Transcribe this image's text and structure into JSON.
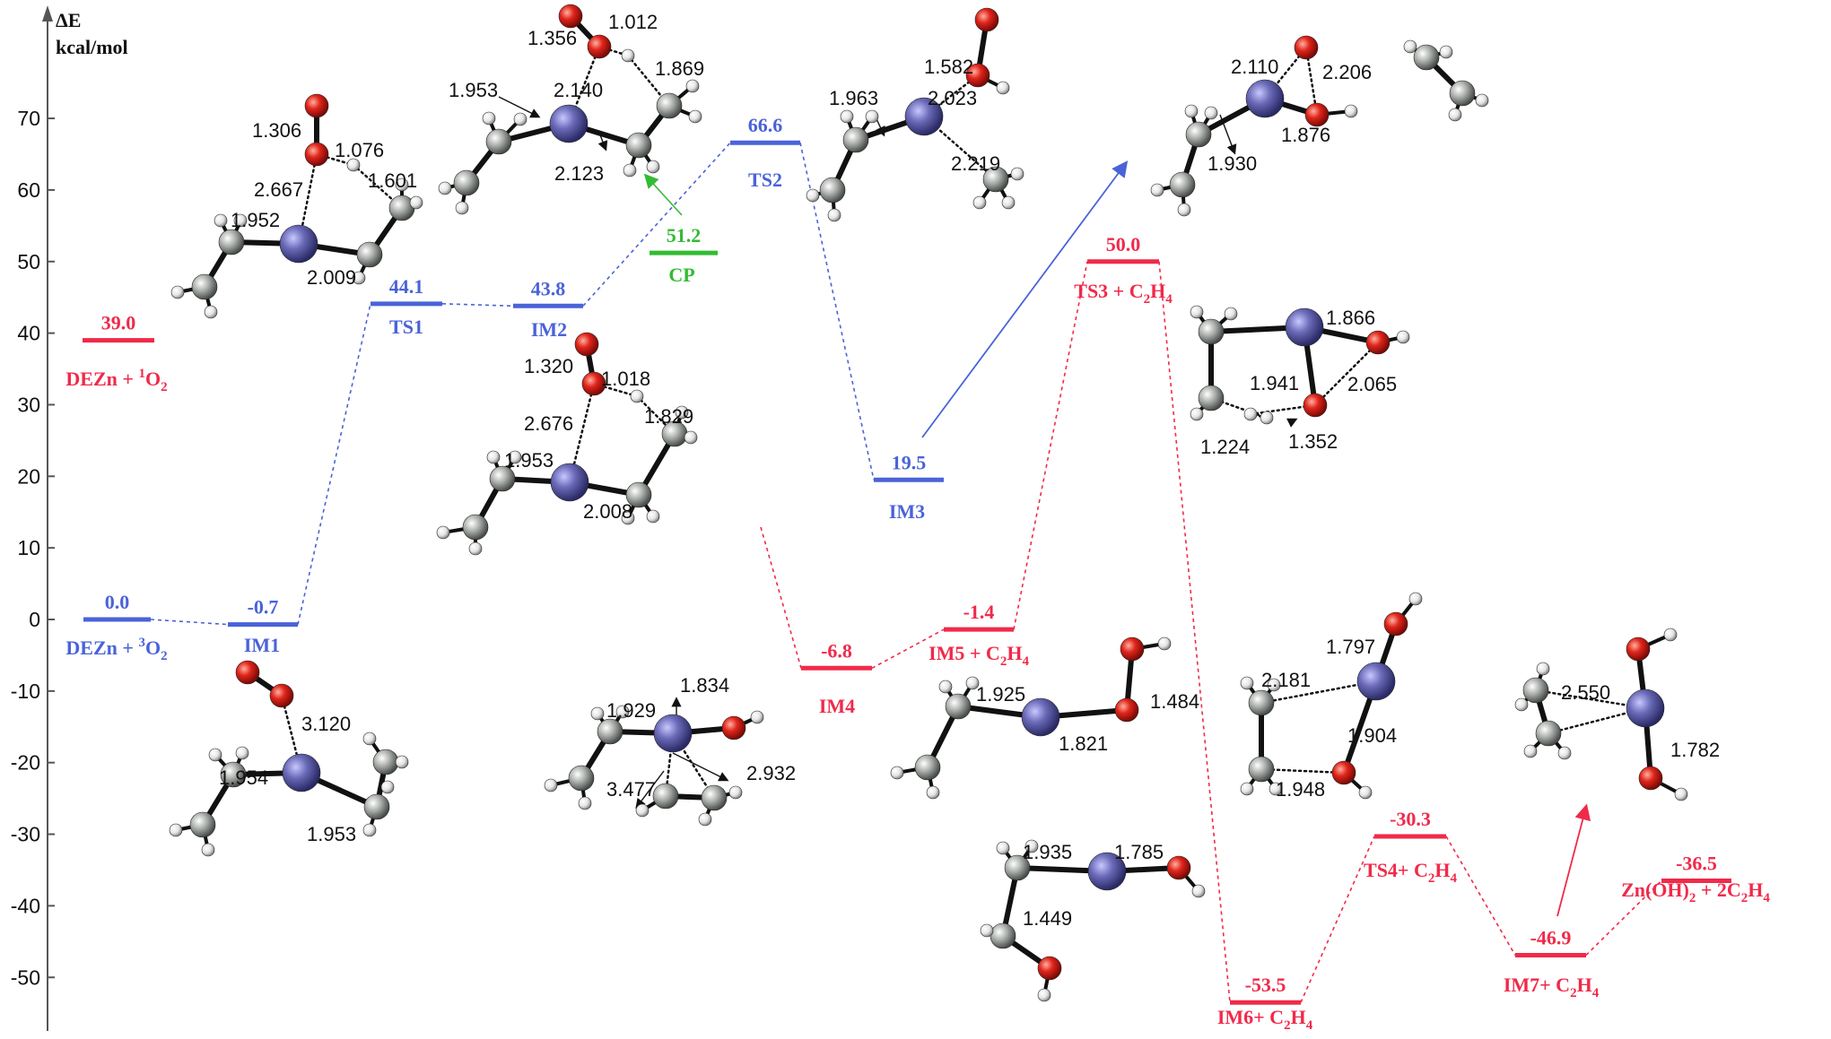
{
  "axis": {
    "symbol": "ΔE",
    "unit": "kcal/mol",
    "ticks": [
      "70",
      "60",
      "50",
      "40",
      "30",
      "20",
      "10",
      "0",
      "-10",
      "-20",
      "-30",
      "-40",
      "-50"
    ]
  },
  "colors": {
    "blue": "#4a63d8",
    "red": "#f02a4a",
    "green": "#33bb33",
    "zinc": "#6868b0",
    "oxygen": "#e0251b",
    "carbon": "#a8aca8",
    "hydrogen": "#e8e8e8",
    "axis": "#555555"
  },
  "levels": [
    {
      "id": "triplet",
      "value": "0.0",
      "label_pre": "DEZn + ",
      "label_sup": "3",
      "label_post": "O",
      "label_sub": "2",
      "color": "blue"
    },
    {
      "id": "singlet",
      "value": "39.0",
      "label_pre": "DEZn + ",
      "label_sup": "1",
      "label_post": "O",
      "label_sub": "2",
      "color": "red"
    },
    {
      "id": "im1",
      "value": "-0.7",
      "label_pre": "IM1",
      "color": "blue"
    },
    {
      "id": "ts1",
      "value": "44.1",
      "label_pre": "TS1",
      "color": "blue"
    },
    {
      "id": "im2",
      "value": "43.8",
      "label_pre": "IM2",
      "color": "blue"
    },
    {
      "id": "cp",
      "value": "51.2",
      "label_pre": "CP",
      "color": "green"
    },
    {
      "id": "ts2",
      "value": "66.6",
      "label_pre": "TS2",
      "color": "blue"
    },
    {
      "id": "im3",
      "value": "19.5",
      "label_pre": "IM3",
      "color": "blue"
    },
    {
      "id": "im4",
      "value": "-6.8",
      "label_pre": "IM4",
      "color": "red"
    },
    {
      "id": "im5",
      "value": "-1.4",
      "label_pre": "IM5 + C",
      "label_sub": "2",
      "label_post": "H",
      "label_sub2": "4",
      "color": "red"
    },
    {
      "id": "ts3",
      "value": "50.0",
      "label_pre": "TS3 + C",
      "label_sub": "2",
      "label_post": "H",
      "label_sub2": "4",
      "color": "red"
    },
    {
      "id": "im6",
      "value": "-53.5",
      "label_pre": "IM6+ C",
      "label_sub": "2",
      "label_post": "H",
      "label_sub2": "4",
      "color": "red"
    },
    {
      "id": "ts4",
      "value": "-30.3",
      "label_pre": "TS4+ C",
      "label_sub": "2",
      "label_post": "H",
      "label_sub2": "4",
      "color": "red"
    },
    {
      "id": "im7",
      "value": "-46.9",
      "label_pre": "IM7+ C",
      "label_sub": "2",
      "label_post": "H",
      "label_sub2": "4",
      "color": "red"
    },
    {
      "id": "prod",
      "value": "-36.5",
      "label_pre": "Zn(OH)",
      "label_sub": "2",
      "label_post": " + 2C",
      "label_sub2": "2",
      "label_post2": "H",
      "label_sub3": "4",
      "color": "red"
    }
  ],
  "distances": {
    "ts1": [
      "1.306",
      "1.076",
      "2.667",
      "1.601",
      "1.952",
      "2.009"
    ],
    "cp": [
      "1.356",
      "1.012",
      "1.869",
      "1.953",
      "2.140",
      "2.123"
    ],
    "ts2": [
      "1.582",
      "1.963",
      "2.023",
      "2.219"
    ],
    "im3": [
      "2.110",
      "2.206",
      "1.876",
      "1.930"
    ],
    "im2": [
      "1.320",
      "1.018",
      "2.676",
      "1.829",
      "1.953",
      "2.008"
    ],
    "ts3": [
      "1.866",
      "1.941",
      "2.065",
      "1.224",
      "1.352"
    ],
    "im1": [
      "3.120",
      "1.954",
      "1.953"
    ],
    "im4": [
      "1.834",
      "1.929",
      "3.477",
      "2.932"
    ],
    "im5": [
      "1.925",
      "1.484",
      "1.821"
    ],
    "im6": [
      "1.935",
      "1.785",
      "1.449"
    ],
    "ts4": [
      "1.797",
      "2.181",
      "1.904",
      "1.948"
    ],
    "im7": [
      "2.550",
      "1.782"
    ]
  }
}
